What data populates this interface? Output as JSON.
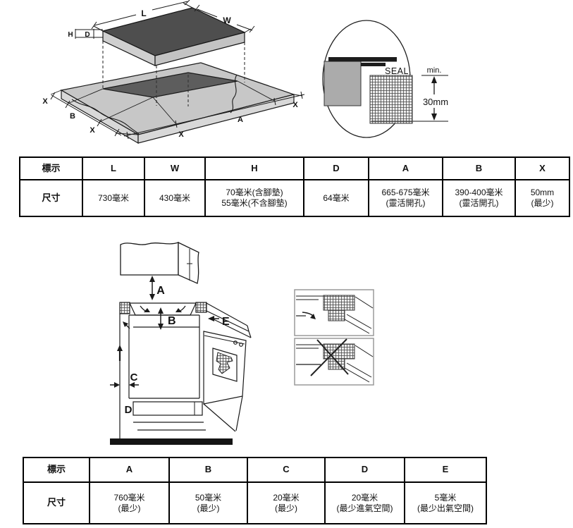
{
  "colors": {
    "line": "#1a1a1a",
    "cooktop_top": "#4e4e4e",
    "counter_gray": "#c7c7c7",
    "cutout_gray": "#5d5d5d",
    "floor_black": "#141414",
    "inset_border": "#9a9a9a"
  },
  "diagram_cutout": {
    "labels": {
      "L": "L",
      "W": "W",
      "H": "H",
      "D": "D",
      "B": "B",
      "A": "A",
      "X1": "X",
      "X2": "X",
      "X3": "X",
      "X4": "X"
    }
  },
  "diagram_seal": {
    "seal": "SEAL",
    "min": "min.",
    "value": "30mm"
  },
  "diagram_side": {
    "labels": {
      "A": "A",
      "B": "B",
      "C": "C",
      "D": "D",
      "E": "E"
    }
  },
  "table1": {
    "headers": [
      "標示",
      "L",
      "W",
      "H",
      "D",
      "A",
      "B",
      "X"
    ],
    "rows": [
      {
        "label": "尺寸",
        "cells": [
          [
            "730毫米"
          ],
          [
            "430毫米"
          ],
          [
            "70毫米(含腳墊)",
            "55毫米(不含腳墊)"
          ],
          [
            "64毫米"
          ],
          [
            "665-675毫米",
            "(靈活開孔)"
          ],
          [
            "390-400毫米",
            "(靈活開孔)"
          ],
          [
            "50mm",
            "(最少)"
          ]
        ]
      }
    ]
  },
  "table2": {
    "headers": [
      "標示",
      "A",
      "B",
      "C",
      "D",
      "E"
    ],
    "rows": [
      {
        "label": "尺寸",
        "cells": [
          [
            "760毫米",
            "(最少)"
          ],
          [
            "50毫米",
            "(最少)"
          ],
          [
            "20毫米",
            "(最少)"
          ],
          [
            "20毫米",
            "(最少進氣空間)"
          ],
          [
            "5毫米",
            "(最少出氣空間)"
          ]
        ]
      }
    ]
  }
}
